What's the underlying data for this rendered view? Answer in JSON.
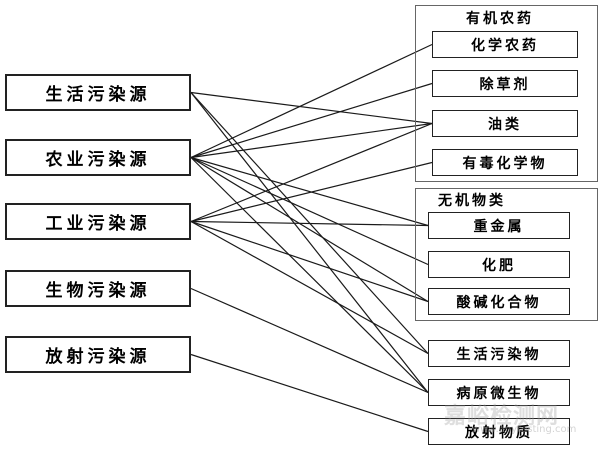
{
  "sources": [
    {
      "id": "s0",
      "label": "生活污染源"
    },
    {
      "id": "s1",
      "label": "农业污染源"
    },
    {
      "id": "s2",
      "label": "工业污染源"
    },
    {
      "id": "s3",
      "label": "生物污染源"
    },
    {
      "id": "s4",
      "label": "放射污染源"
    }
  ],
  "groups": [
    {
      "id": "g0",
      "title": "有机农药"
    },
    {
      "id": "g1",
      "title": "无机物类"
    }
  ],
  "targets": [
    {
      "id": "t0",
      "label": "化学农药"
    },
    {
      "id": "t1",
      "label": "除草剂"
    },
    {
      "id": "t2",
      "label": "油类"
    },
    {
      "id": "t3",
      "label": "有毒化学物"
    },
    {
      "id": "t4",
      "label": "重金属"
    },
    {
      "id": "t5",
      "label": "化肥"
    },
    {
      "id": "t6",
      "label": "酸碱化合物"
    },
    {
      "id": "t7",
      "label": "生活污染物"
    },
    {
      "id": "t8",
      "label": "病原微生物"
    },
    {
      "id": "t9",
      "label": "放射物质"
    }
  ],
  "connections": [
    [
      "s0",
      "t2"
    ],
    [
      "s0",
      "t7"
    ],
    [
      "s0",
      "t8"
    ],
    [
      "s1",
      "t0"
    ],
    [
      "s1",
      "t1"
    ],
    [
      "s1",
      "t2"
    ],
    [
      "s1",
      "t4"
    ],
    [
      "s1",
      "t5"
    ],
    [
      "s1",
      "t6"
    ],
    [
      "s1",
      "t8"
    ],
    [
      "s2",
      "t3"
    ],
    [
      "s2",
      "t4"
    ],
    [
      "s2",
      "t2"
    ],
    [
      "s2",
      "t7"
    ],
    [
      "s2",
      "t6"
    ],
    [
      "s3",
      "t8"
    ],
    [
      "s4",
      "t9"
    ]
  ],
  "watermark": {
    "text": "嘉峪检测网",
    "url": "www.anytesting.com"
  }
}
